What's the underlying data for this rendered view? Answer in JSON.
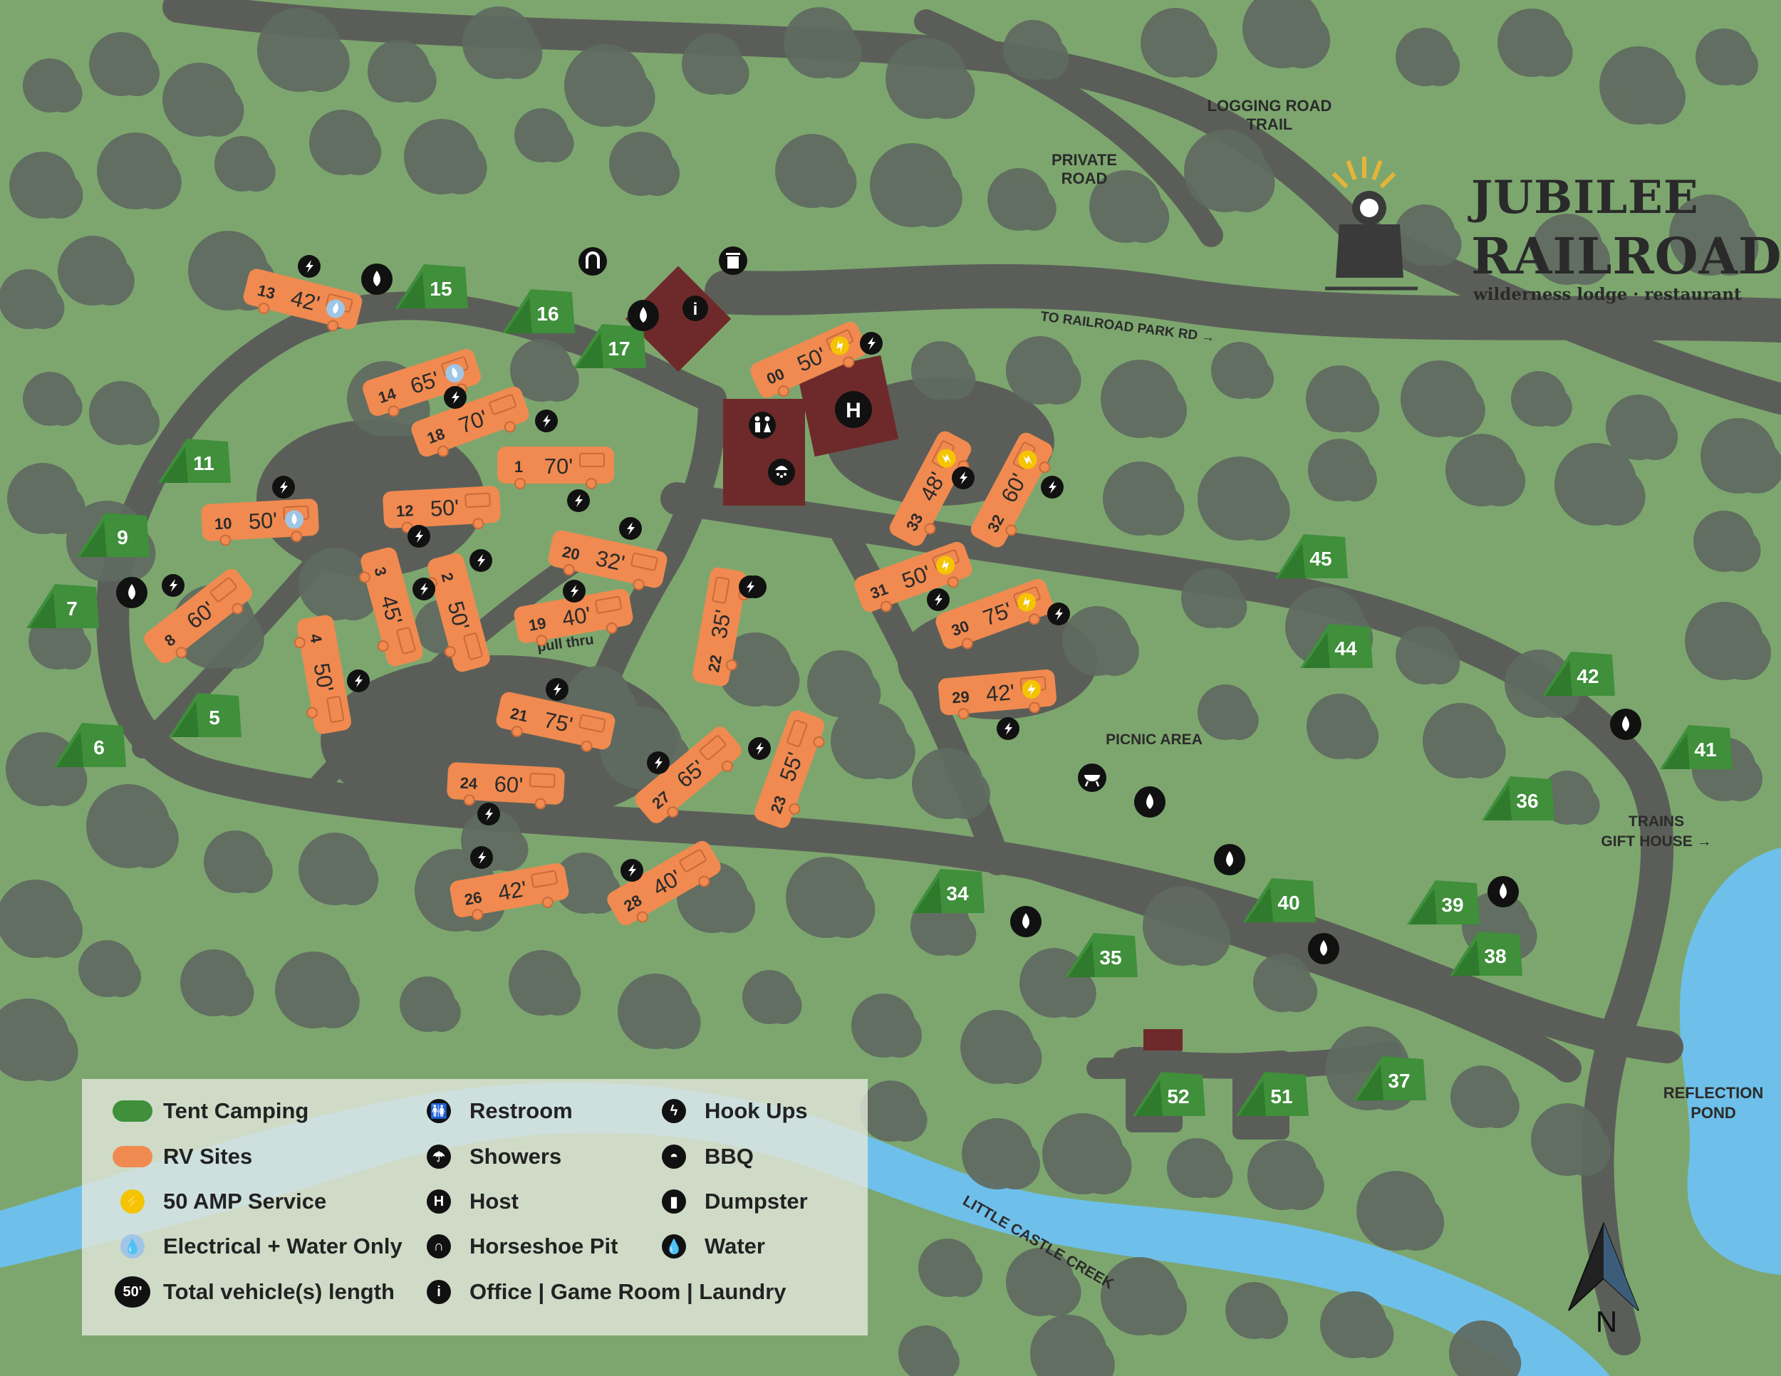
{
  "brand": {
    "line1": "JUBILEE",
    "line2": "RAILROAD",
    "tagline": "wilderness lodge · restaurant"
  },
  "labels": {
    "logging_road": [
      "LOGGING ROAD",
      "TRAIL"
    ],
    "private_road": [
      "PRIVATE",
      "ROAD"
    ],
    "railroad_park": "TO RAILROAD PARK RD →",
    "picnic_area": "PICNIC AREA",
    "trains_gift": [
      "TRAINS",
      "GIFT HOUSE →"
    ],
    "reflection_pond": [
      "REFLECTION",
      "POND"
    ],
    "creek": "LITTLE CASTLE CREEK",
    "pull_thru": "pull thru",
    "north": "N"
  },
  "tent_sites": [
    "15",
    "16",
    "17",
    "11",
    "9",
    "7",
    "5",
    "6",
    "45",
    "44",
    "42",
    "41",
    "36",
    "39",
    "38",
    "40",
    "34",
    "35",
    "37",
    "51",
    "52"
  ],
  "rv_sites": [
    {
      "num": "13",
      "len": "42'",
      "service": "water"
    },
    {
      "num": "14",
      "len": "65'",
      "service": "water"
    },
    {
      "num": "18",
      "len": "70'",
      "service": "hookup"
    },
    {
      "num": "1",
      "len": "70'",
      "service": "hookup"
    },
    {
      "num": "12",
      "len": "50'",
      "service": "hookup"
    },
    {
      "num": "10",
      "len": "50'",
      "service": "water"
    },
    {
      "num": "8",
      "len": "60'",
      "service": "hookup"
    },
    {
      "num": "3",
      "len": "45'",
      "service": "hookup"
    },
    {
      "num": "2",
      "len": "50'",
      "service": "hookup"
    },
    {
      "num": "4",
      "len": "50'",
      "service": "hookup"
    },
    {
      "num": "20",
      "len": "32'",
      "service": "hookup"
    },
    {
      "num": "19",
      "len": "40'",
      "service": "hookup"
    },
    {
      "num": "22",
      "len": "35'",
      "service": "hookup"
    },
    {
      "num": "21",
      "len": "75'",
      "service": "hookup"
    },
    {
      "num": "24",
      "len": "60'",
      "service": "hookup"
    },
    {
      "num": "27",
      "len": "65'",
      "service": "hookup"
    },
    {
      "num": "23",
      "len": "55'",
      "service": "hookup"
    },
    {
      "num": "26",
      "len": "42'",
      "service": "hookup"
    },
    {
      "num": "28",
      "len": "40'",
      "service": "hookup"
    },
    {
      "num": "00",
      "len": "50'",
      "service": "amp"
    },
    {
      "num": "33",
      "len": "48'",
      "service": "amp"
    },
    {
      "num": "32",
      "len": "60'",
      "service": "amp"
    },
    {
      "num": "31",
      "len": "50'",
      "service": "amp"
    },
    {
      "num": "30",
      "len": "75'",
      "service": "amp"
    },
    {
      "num": "29",
      "len": "42'",
      "service": "amp"
    }
  ],
  "legend": [
    {
      "label": "Tent Camping",
      "icon": "tent-swatch"
    },
    {
      "label": "RV Sites",
      "icon": "rv-swatch"
    },
    {
      "label": "50 AMP Service",
      "icon": "amp-icon"
    },
    {
      "label": "Electrical + Water Only",
      "icon": "electrical-water-icon"
    },
    {
      "label": "Total vehicle(s) length",
      "icon": "length-icon",
      "badge": "50'"
    },
    {
      "label": "Restroom",
      "icon": "restroom-icon"
    },
    {
      "label": "Showers",
      "icon": "shower-icon"
    },
    {
      "label": "Host",
      "icon": "host-icon",
      "badge": "H"
    },
    {
      "label": "Horseshoe Pit",
      "icon": "horseshoe-icon"
    },
    {
      "label": "Office | Game Room | Laundry",
      "icon": "info-icon",
      "badge": "i"
    },
    {
      "label": "Hook Ups",
      "icon": "hookup-icon"
    },
    {
      "label": "BBQ",
      "icon": "bbq-icon"
    },
    {
      "label": "Dumpster",
      "icon": "dumpster-icon"
    },
    {
      "label": "Water",
      "icon": "water-icon"
    }
  ],
  "facility_badges": {
    "host": "H",
    "office": "i"
  },
  "colors": {
    "grass": "#7da66f",
    "road": "#5b5e58",
    "tree": "#5f6a60",
    "tent": "#3f8f3b",
    "rv": "#f08a50",
    "building": "#6e2a2a",
    "water": "#6ec0ea",
    "amp": "#f5c400",
    "elec_water": "#9fc6e6"
  }
}
